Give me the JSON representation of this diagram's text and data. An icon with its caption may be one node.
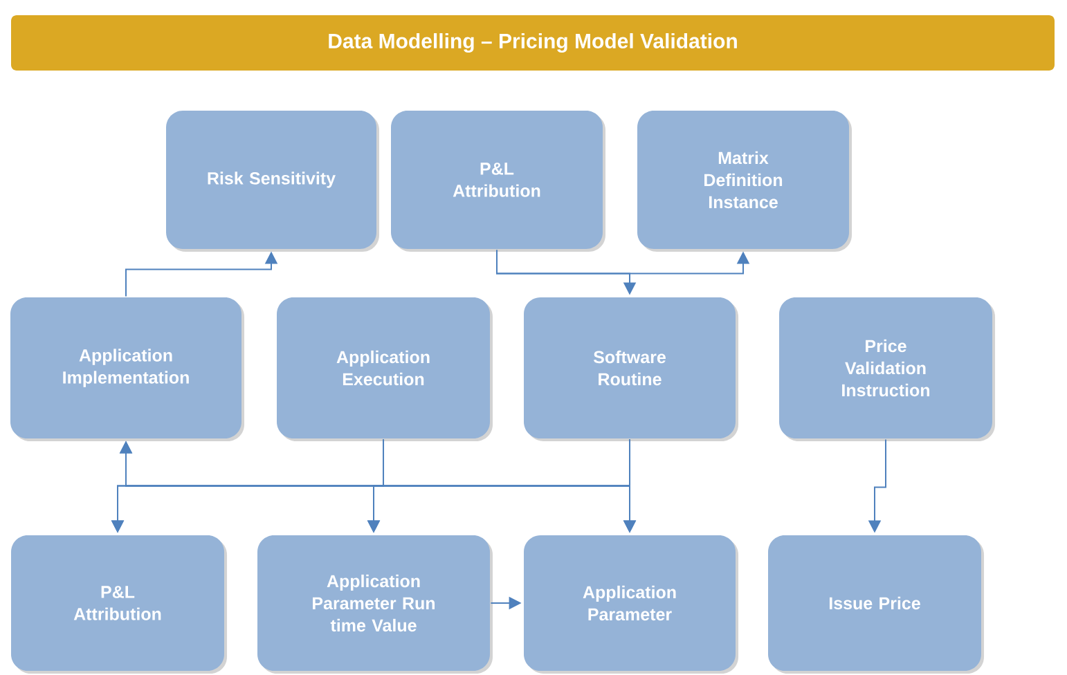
{
  "diagram": {
    "title": "Data Modelling – Pricing Model Validation",
    "nodes": [
      {
        "text": [
          "Risk Sensitivity"
        ]
      },
      {
        "text": [
          "P&L Attribution"
        ]
      },
      {
        "text": [
          "Matrix Definition Instance"
        ]
      },
      {
        "text": [
          "Application Implementation"
        ]
      },
      {
        "text": [
          "Application Execution"
        ]
      },
      {
        "text": [
          "Software Routine"
        ]
      },
      {
        "text": [
          "Price Validation Instruction"
        ]
      },
      {
        "text": [
          "P&L Attribution"
        ]
      },
      {
        "text": [
          "Application Parameter Run time Value"
        ]
      },
      {
        "text": [
          "Application Parameter"
        ]
      },
      {
        "text": [
          "Issue Price"
        ]
      }
    ],
    "edges": [
      {
        "from": 3,
        "to": 0,
        "arrow": "to"
      },
      {
        "from": 1,
        "to": 5,
        "arrow": "to"
      },
      {
        "from": 1,
        "to": 2,
        "arrow": "to"
      },
      {
        "from": 4,
        "to": 3,
        "arrow": "to"
      },
      {
        "from": 4,
        "to": 7,
        "arrow": "to"
      },
      {
        "from": 4,
        "to": 8,
        "arrow": "to"
      },
      {
        "from": 4,
        "to": 9,
        "arrow": "to"
      },
      {
        "from": 5,
        "to": 3,
        "arrow": "to"
      },
      {
        "from": 5,
        "to": 7,
        "arrow": "to"
      },
      {
        "from": 5,
        "to": 8,
        "arrow": "to"
      },
      {
        "from": 5,
        "to": 9,
        "arrow": "to"
      },
      {
        "from": 8,
        "to": 9,
        "arrow": "to"
      },
      {
        "from": 6,
        "to": 10,
        "arrow": "to"
      }
    ]
  }
}
